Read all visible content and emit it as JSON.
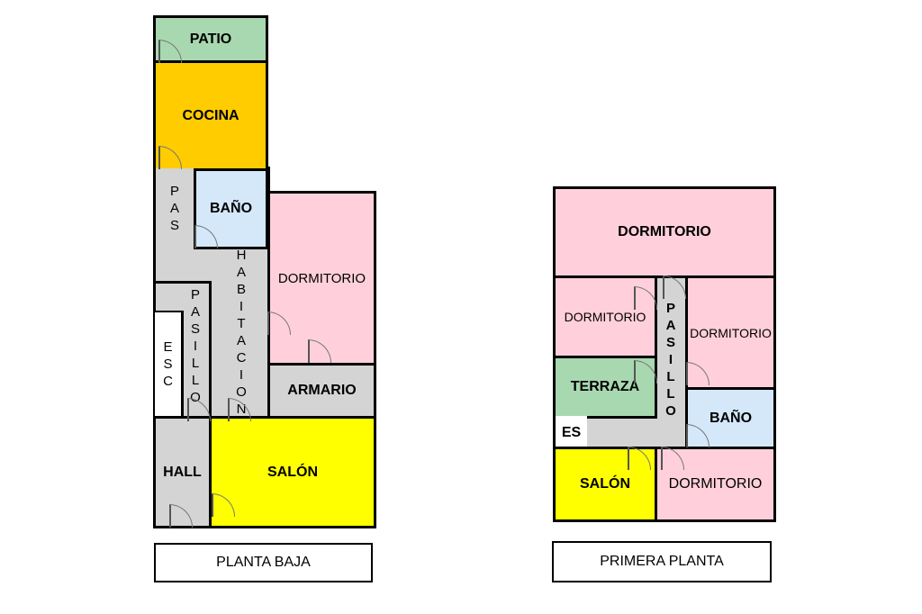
{
  "colors": {
    "patio": "#a8d8b0",
    "cocina": "#ffcc00",
    "bano": "#d4e8fa",
    "dormitorio": "#ffd0dc",
    "pasillo": "#d4d4d4",
    "salon": "#ffff00"
  },
  "planta_baja": {
    "caption": "PLANTA BAJA",
    "rooms": {
      "patio": "PATIO",
      "cocina": "COCINA",
      "pas": "PAS",
      "bano": "BAÑO",
      "dormitorio": "DORMITORIO",
      "habitacion": "HABITACION",
      "pasillo": "PASILLO",
      "esc": "ESC",
      "armario": "ARMARIO",
      "hall": "HALL",
      "salon": "SALÓN"
    }
  },
  "primera_planta": {
    "caption": "PRIMERA PLANTA",
    "rooms": {
      "dormitorio_top": "DORMITORIO",
      "dormitorio_left": "DORMITORIO",
      "pasillo": "PASILLO",
      "dormitorio_right": "DORMITORIO",
      "terraza": "TERRAZA",
      "bano": "BAÑO",
      "es": "ES",
      "salon": "SALÓN",
      "dormitorio_bottom": "DORMITORIO"
    }
  }
}
